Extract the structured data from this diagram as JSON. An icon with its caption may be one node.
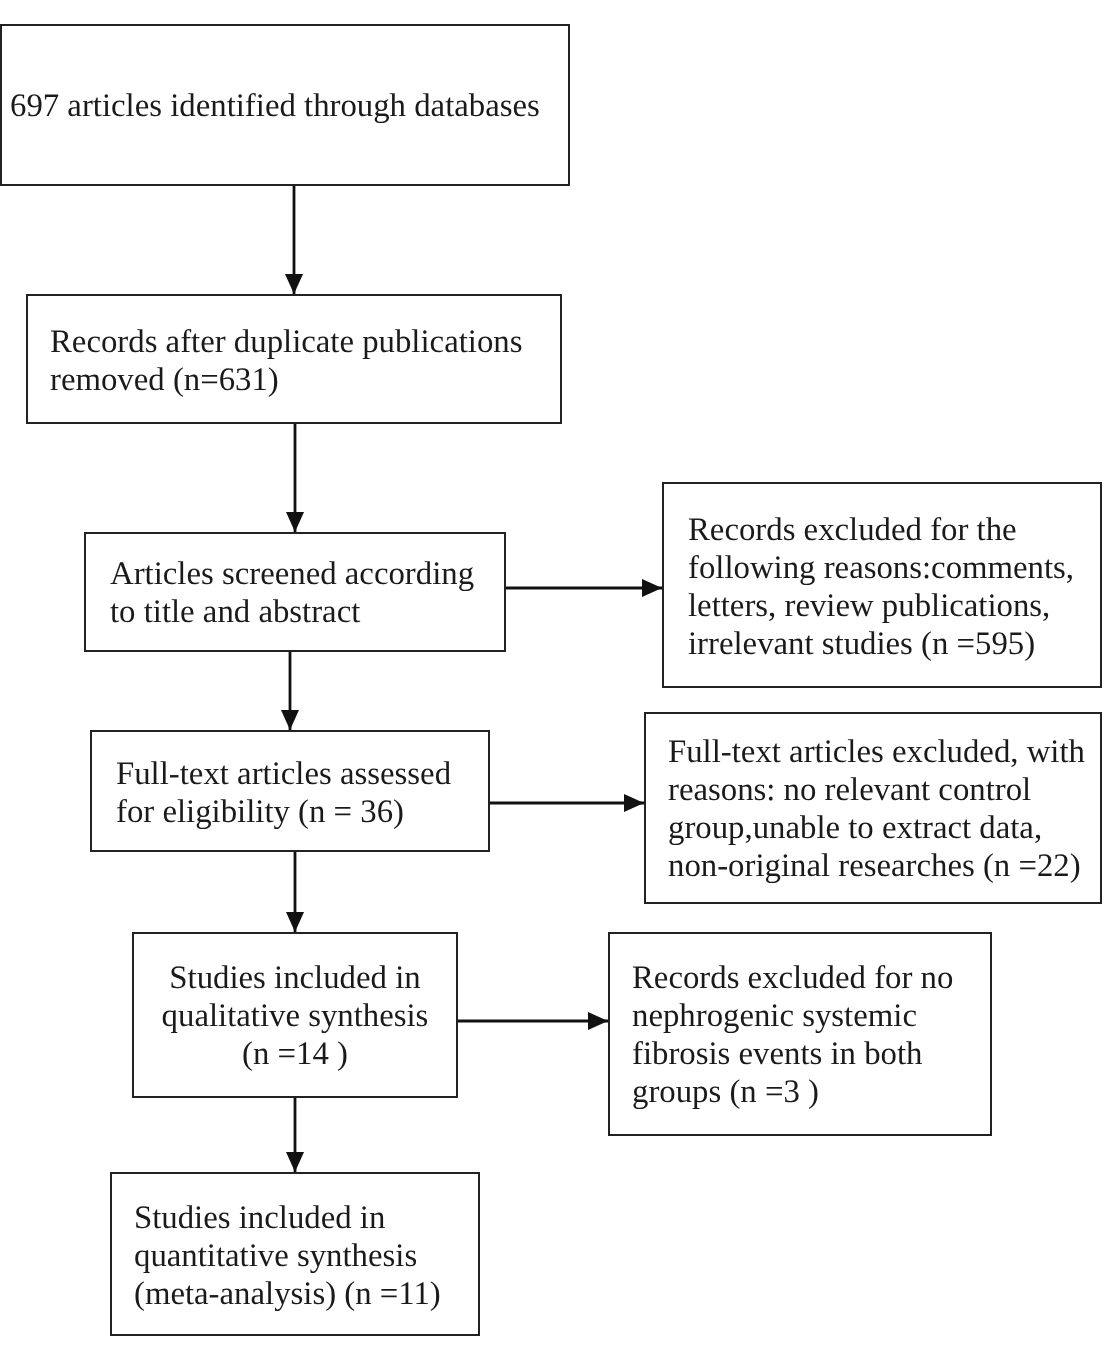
{
  "diagram": {
    "nodes": [
      {
        "text": [
          "697 articles identified through databases"
        ]
      },
      {
        "text": [
          "Records after duplicate publications removed (n=631)"
        ]
      },
      {
        "text": [
          "Articles screened according to title and abstract"
        ]
      },
      {
        "text": [
          "Records excluded for the following reasons:comments, letters, review publications, irrelevant studies (n =595)"
        ]
      },
      {
        "text": [
          "Full-text articles assessed for eligibility (n = 36)"
        ]
      },
      {
        "text": [
          "Full-text articles excluded, with reasons: no relevant control group,unable to extract data, non-original researches (n =22)"
        ]
      },
      {
        "text": [
          "Studies included in qualitative synthesis (n =14 )"
        ]
      },
      {
        "text": [
          "Records excluded for no nephrogenic systemic fibrosis events in both groups (n =3 )"
        ]
      },
      {
        "text": [
          "Studies included in quantitative synthesis (meta-analysis) (n =11)"
        ]
      }
    ],
    "edges": [
      {
        "from": 0,
        "to": 1,
        "arrow": "to"
      },
      {
        "from": 1,
        "to": 2,
        "arrow": "to"
      },
      {
        "from": 2,
        "to": 3,
        "arrow": "to"
      },
      {
        "from": 2,
        "to": 4,
        "arrow": "to"
      },
      {
        "from": 4,
        "to": 5,
        "arrow": "to"
      },
      {
        "from": 4,
        "to": 6,
        "arrow": "to"
      },
      {
        "from": 6,
        "to": 7,
        "arrow": "to"
      },
      {
        "from": 6,
        "to": 8,
        "arrow": "to"
      }
    ]
  }
}
